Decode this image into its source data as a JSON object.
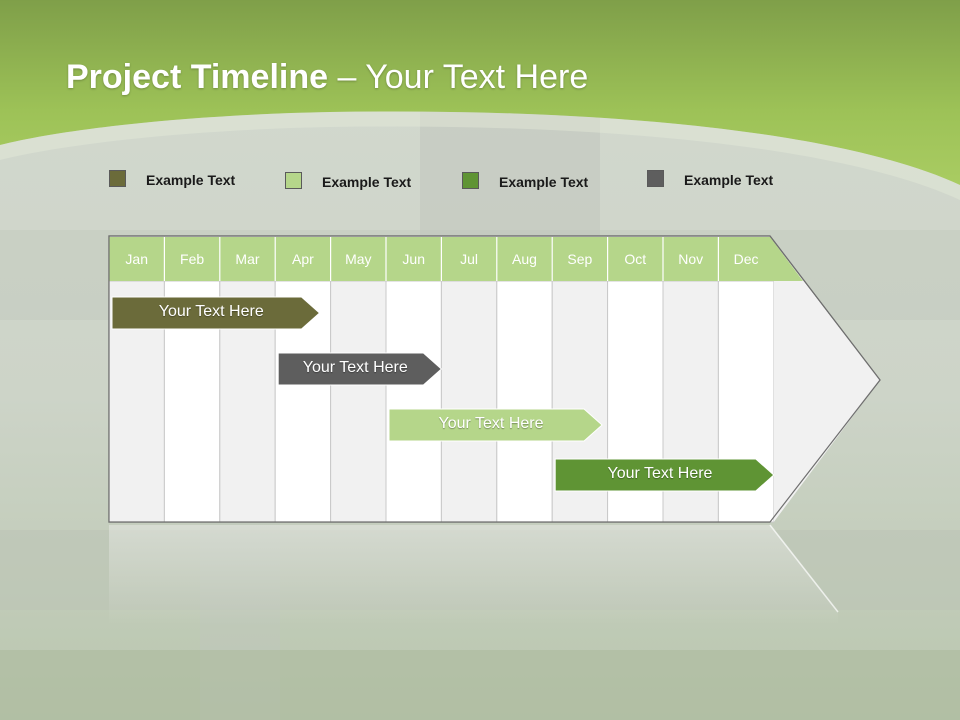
{
  "title": {
    "bold": "Project Timeline",
    "rest": " – Your Text Here"
  },
  "legend": [
    {
      "label": "Example Text",
      "color": "#6b6b3a"
    },
    {
      "label": "Example Text",
      "color": "#b5d68a"
    },
    {
      "label": "Example Text",
      "color": "#5f9434"
    },
    {
      "label": "Example Text",
      "color": "#5e5e5e"
    }
  ],
  "months": [
    "Jan",
    "Feb",
    "Mar",
    "Apr",
    "May",
    "Jun",
    "Jul",
    "Aug",
    "Sep",
    "Oct",
    "Nov",
    "Dec"
  ],
  "tasks": [
    {
      "label": "Your  Text Here",
      "color": "#6b6b3a",
      "text_color": "#ffffff",
      "start_month": 0,
      "end_month": 3.8
    },
    {
      "label": "Your  Text Here",
      "color": "#5e5e5e",
      "text_color": "#ffffff",
      "start_month": 3.0,
      "end_month": 6.0
    },
    {
      "label": "Your  Text Here",
      "color": "#b5d68a",
      "text_color": "#ffffff",
      "start_month": 5.0,
      "end_month": 8.9
    },
    {
      "label": "Your  Text Here",
      "color": "#5f9434",
      "text_color": "#ffffff",
      "start_month": 8.0,
      "end_month": 12.0
    }
  ],
  "colors": {
    "header_green": "#b5d68a",
    "band_green": "#a3c75a"
  }
}
